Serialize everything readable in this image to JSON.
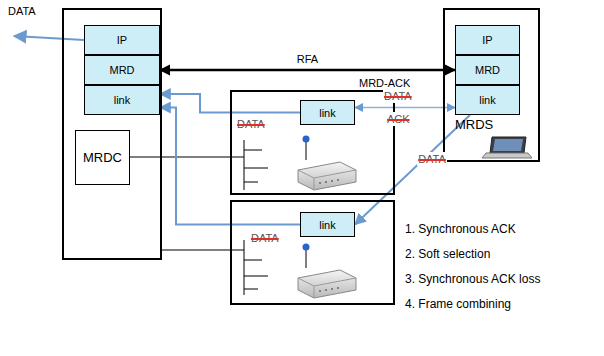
{
  "diagram": {
    "nodes": [
      {
        "text": []
      },
      {
        "text": [
          "IP"
        ],
        "in": 0
      },
      {
        "text": [
          "MRD"
        ],
        "in": 0
      },
      {
        "text": [
          "link"
        ],
        "in": 0
      },
      {
        "text": [
          "MRDC"
        ],
        "in": 0
      },
      {
        "text": []
      },
      {
        "text": [
          "link"
        ],
        "in": 5
      },
      {
        "text": []
      },
      {
        "text": [
          "link"
        ],
        "in": 7
      },
      {
        "text": [
          "MRDS"
        ]
      },
      {
        "text": [
          "IP"
        ],
        "in": 9
      },
      {
        "text": [
          "MRD"
        ],
        "in": 9
      },
      {
        "text": [
          "link"
        ],
        "in": 9
      }
    ],
    "edges": [
      {
        "from": 2,
        "to": 11,
        "arrow": "both",
        "label": "RFA"
      },
      {
        "from": 12,
        "to": 6,
        "arrow": "both"
      },
      {
        "from": 6,
        "to": 3,
        "arrow": "to"
      },
      {
        "from": 12,
        "to": 8,
        "arrow": "to",
        "label": "DATA"
      },
      {
        "from": 8,
        "to": 3,
        "arrow": "to"
      }
    ],
    "labels": [
      "DATA",
      "MRD-ACK",
      "DATA",
      "ACK",
      "DATA",
      "DATA",
      "1. Synchronous ACK",
      "2. Soft selection",
      "3. Synchronous ACK loss",
      "4. Frame combining"
    ]
  }
}
